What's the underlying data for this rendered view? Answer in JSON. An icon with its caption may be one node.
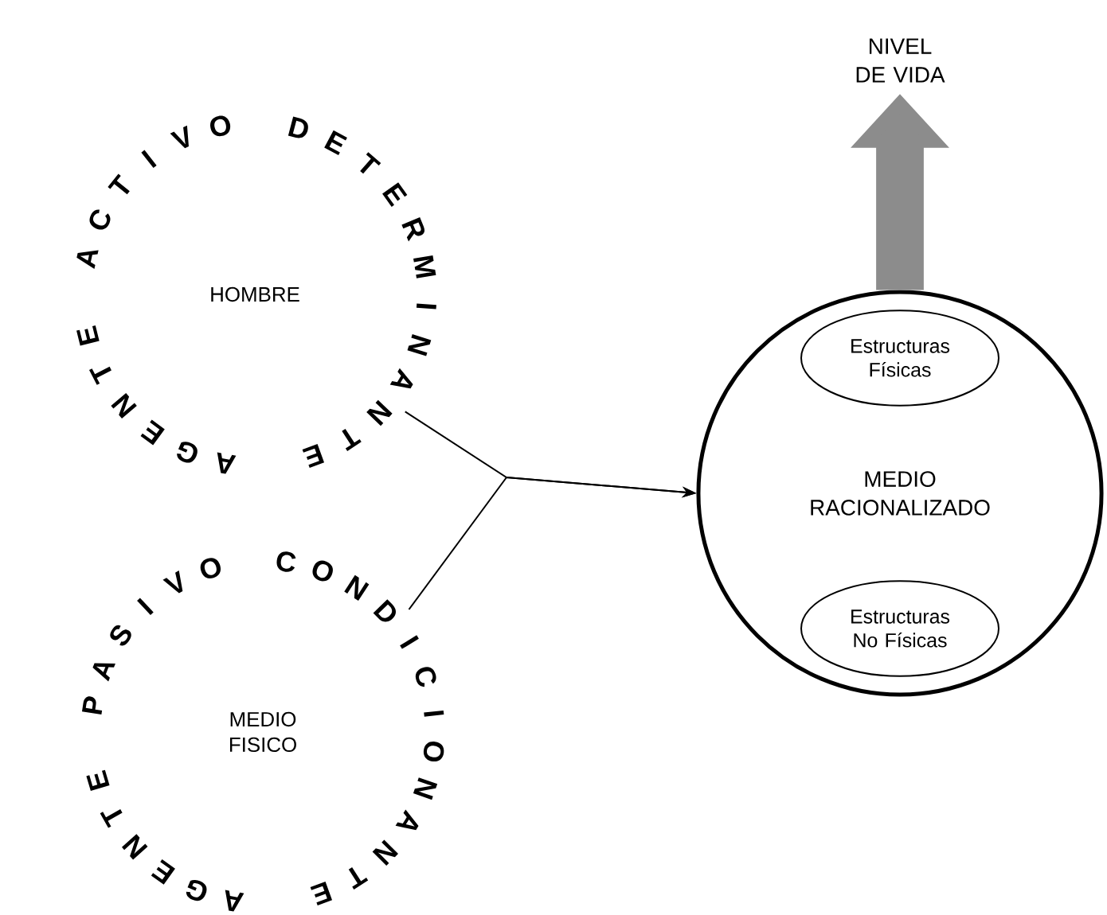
{
  "diagram": {
    "nodes": [
      {
        "text": [
          "AGENTE ACTIVO DETERMINANTE",
          "HOMBRE"
        ]
      },
      {
        "text": [
          "AGENTE PASIVO CONDICIONANTE",
          "MEDIO FISICO"
        ]
      },
      {
        "text": [
          "MEDIO RACIONALIZADO"
        ]
      },
      {
        "text": [
          "Estructuras Físicas"
        ],
        "in": 2
      },
      {
        "text": [
          "Estructuras No Físicas"
        ],
        "in": 2
      },
      {
        "text": [
          "NIVEL DE VIDA"
        ]
      }
    ],
    "edges": [
      {
        "from": 0,
        "to": 2,
        "arrow": "to"
      },
      {
        "from": 1,
        "to": 2,
        "arrow": "to"
      },
      {
        "from": 2,
        "to": 5,
        "arrow": "to",
        "style": "thick",
        "color": "#8c8c8c"
      }
    ]
  }
}
